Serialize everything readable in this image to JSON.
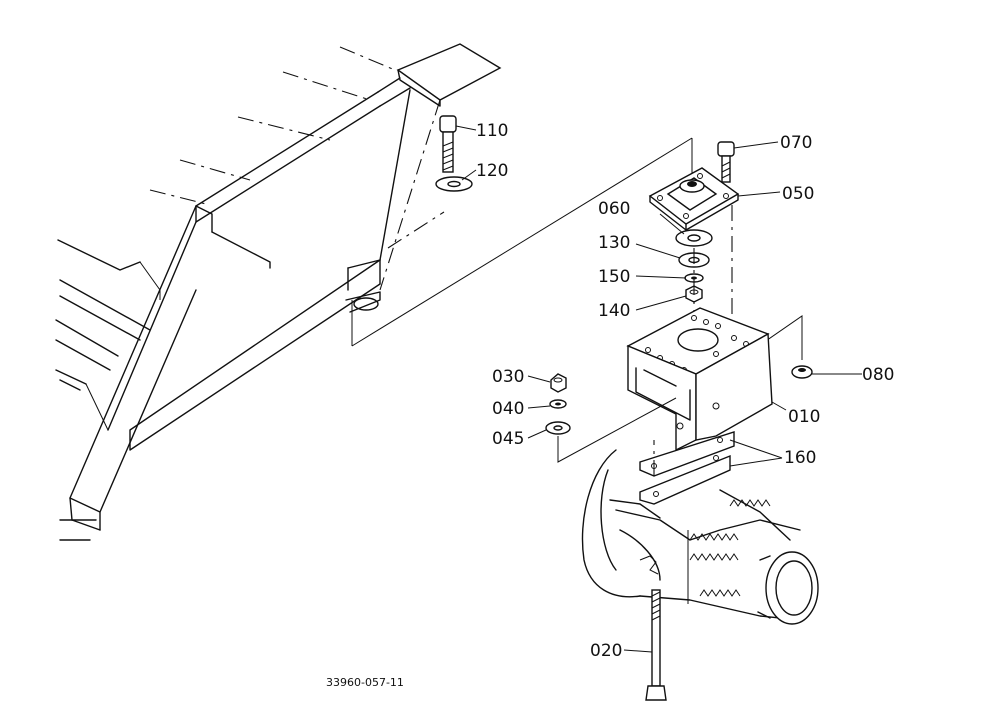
{
  "drawing_code": "33960-057-11",
  "callouts": [
    {
      "id": "p110",
      "label": "110"
    },
    {
      "id": "p120",
      "label": "120"
    },
    {
      "id": "p070",
      "label": "070"
    },
    {
      "id": "p050",
      "label": "050"
    },
    {
      "id": "p060",
      "label": "060"
    },
    {
      "id": "p130",
      "label": "130"
    },
    {
      "id": "p150",
      "label": "150"
    },
    {
      "id": "p140",
      "label": "140"
    },
    {
      "id": "p080",
      "label": "080"
    },
    {
      "id": "p030",
      "label": "030"
    },
    {
      "id": "p040",
      "label": "040"
    },
    {
      "id": "p045",
      "label": "045"
    },
    {
      "id": "p010",
      "label": "010"
    },
    {
      "id": "p160",
      "label": "160"
    },
    {
      "id": "p020",
      "label": "020"
    }
  ]
}
